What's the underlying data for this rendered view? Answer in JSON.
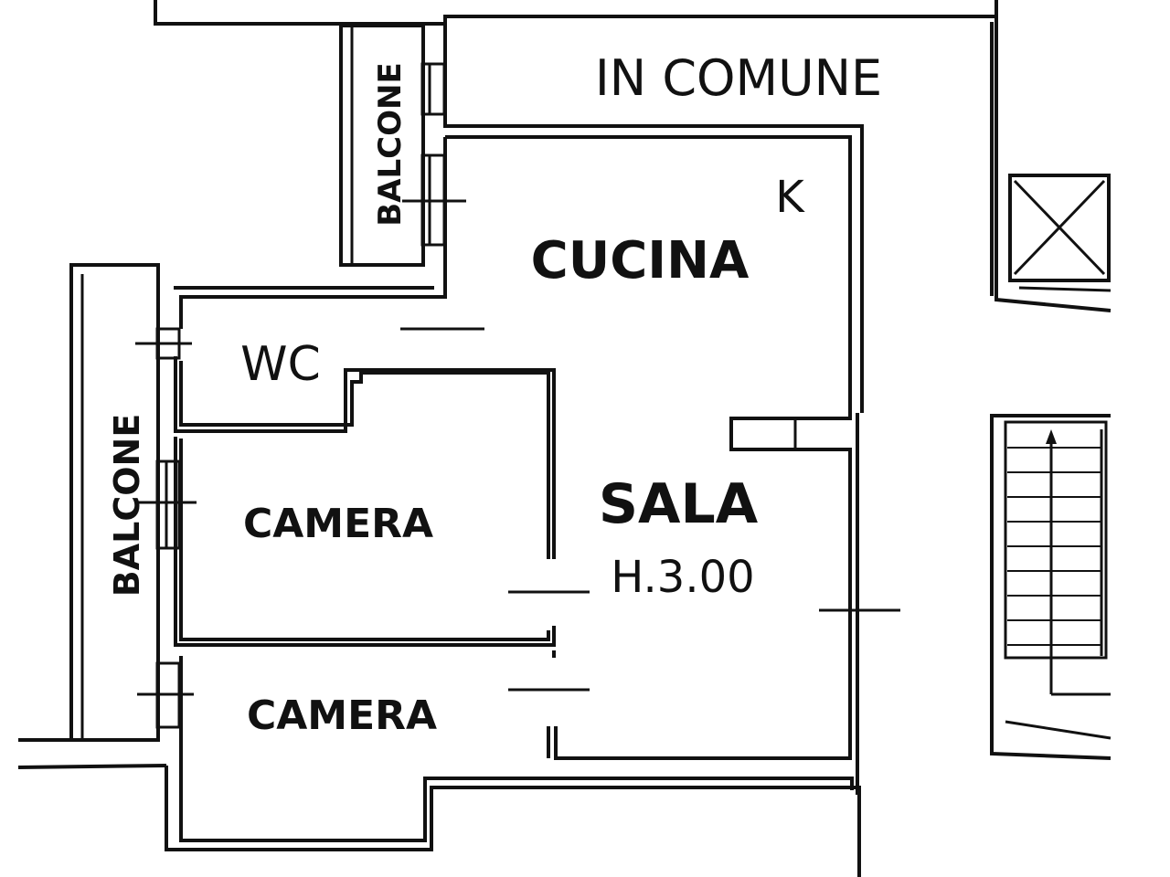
{
  "plan": {
    "rooms": {
      "in_comune": "IN COMUNE",
      "cucina": "CUCINA",
      "kitchen_mark": "K",
      "wc": "WC",
      "sala": "SALA",
      "sala_height": "H.3.00",
      "camera_1": "CAMERA",
      "camera_2": "CAMERA",
      "balcone_top": "BALCONE",
      "balcone_left": "BALCONE"
    },
    "colors": {
      "ink": "#111111",
      "paper": "#ffffff"
    }
  }
}
